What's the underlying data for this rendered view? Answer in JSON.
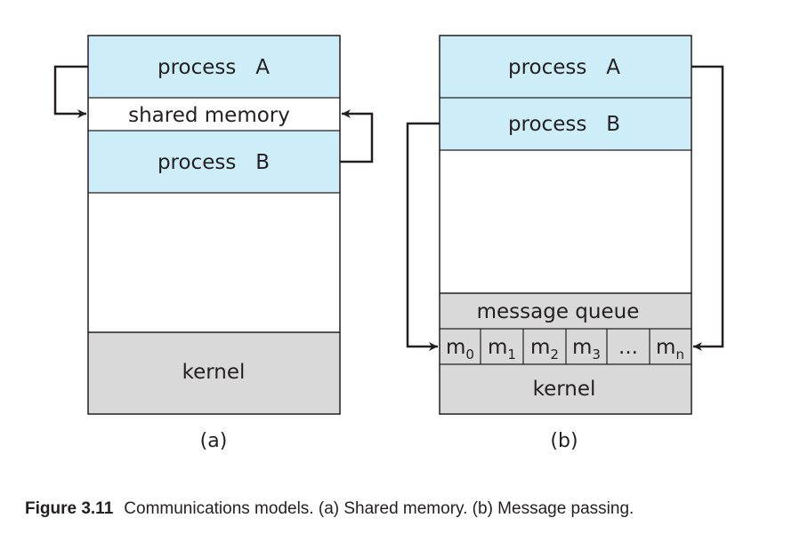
{
  "diagram_a": {
    "process_a": "process   A",
    "shared_memory": "shared memory",
    "process_b": "process   B",
    "kernel": "kernel",
    "label": "(a)"
  },
  "diagram_b": {
    "process_a": "process   A",
    "process_b": "process   B",
    "message_queue": "message queue",
    "queue_cells": [
      {
        "base": "m",
        "sub": "0"
      },
      {
        "base": "m",
        "sub": "1"
      },
      {
        "base": "m",
        "sub": "2"
      },
      {
        "base": "m",
        "sub": "3"
      },
      {
        "base": "...",
        "sub": ""
      },
      {
        "base": "m",
        "sub": "n"
      }
    ],
    "kernel": "kernel",
    "label": "(b)"
  },
  "caption": {
    "figure_number": "Figure 3.11",
    "text": "Communications models. (a) Shared memory. (b) Message passing."
  },
  "colors": {
    "process_fill": "#cdeef9",
    "kernel_fill": "#d9d9d9",
    "line": "#231f20",
    "background": "#ffffff"
  }
}
